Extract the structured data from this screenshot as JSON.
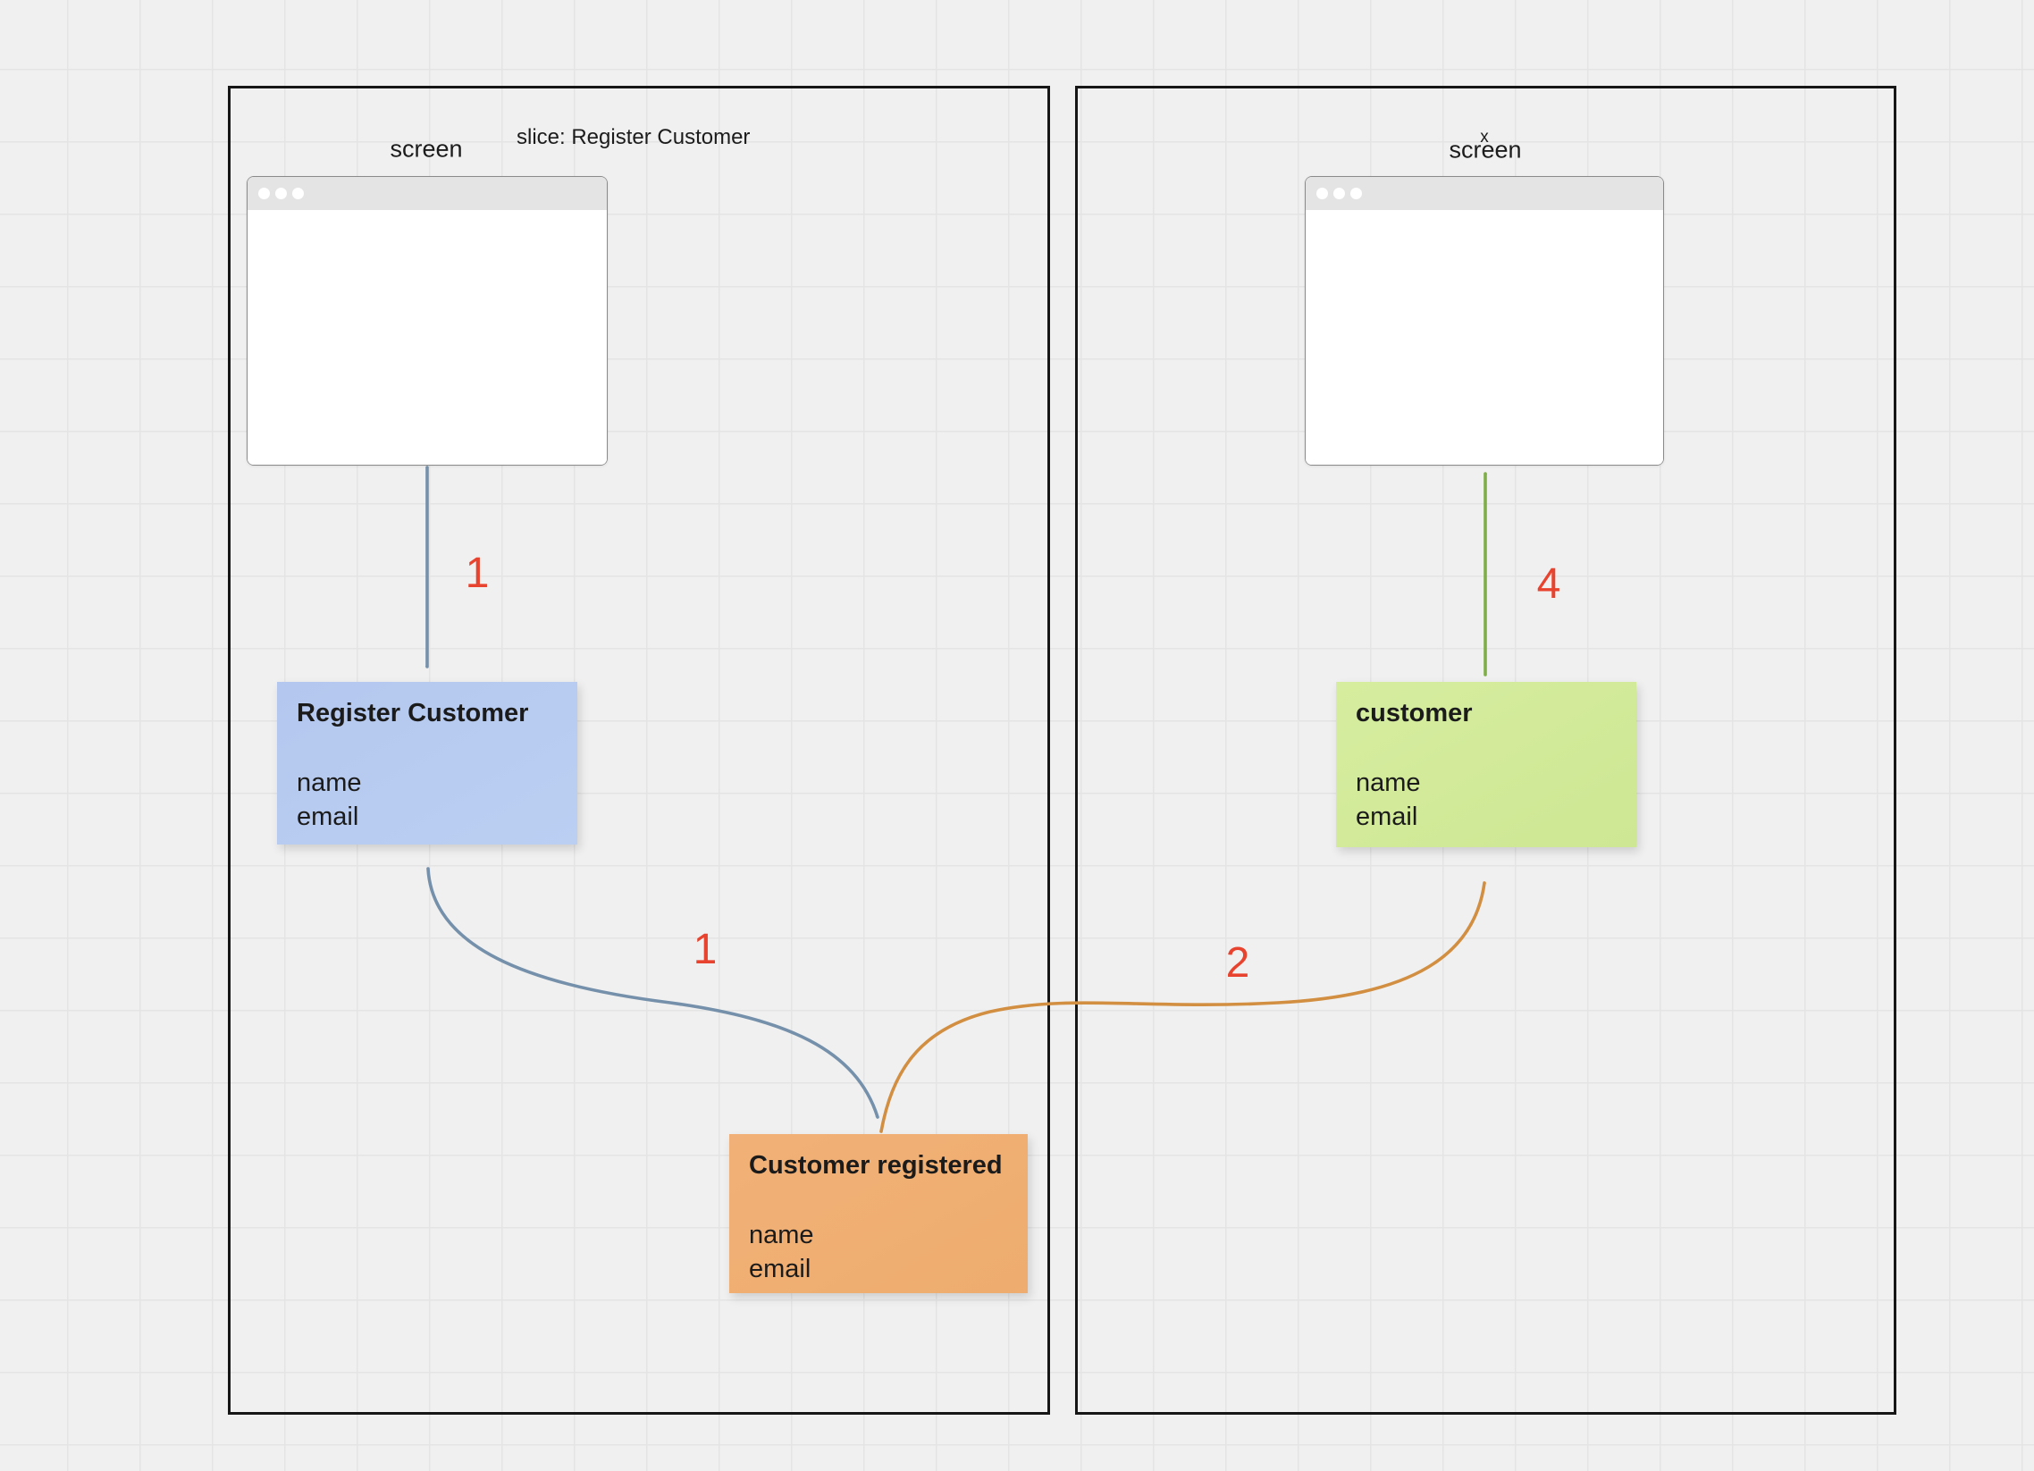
{
  "frames": {
    "left": {
      "screen_label": "screen",
      "slice_label": "slice: Register Customer"
    },
    "right": {
      "screen_label": "screen",
      "cursor_mark": "x"
    }
  },
  "notes": {
    "command": {
      "title": "Register Customer",
      "fields": [
        "name",
        "email"
      ],
      "color": "#b7cbf1"
    },
    "event": {
      "title": "Customer registered",
      "fields": [
        "name",
        "email"
      ],
      "color": "#f1b077"
    },
    "view": {
      "title": "customer",
      "fields": [
        "name",
        "email"
      ],
      "color": "#d4ec9e"
    }
  },
  "steps": {
    "s1a": "1",
    "s1b": "1",
    "s2": "2",
    "s4": "4",
    "number_color": "#e8432e"
  },
  "connectors": {
    "command_color": "#7590aa",
    "event_color": "#d28e41",
    "view_color": "#7fae49"
  }
}
